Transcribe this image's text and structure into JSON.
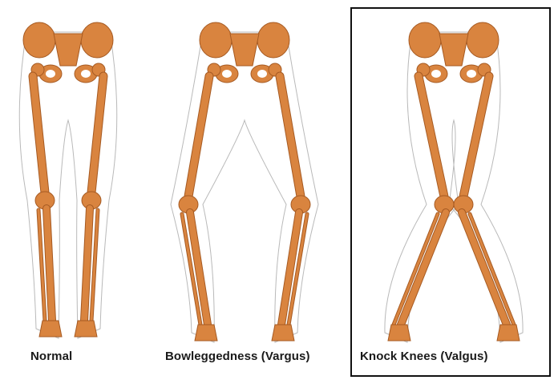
{
  "colors": {
    "bone": "#d9843f",
    "bone_edge": "#a65a22",
    "skin_outline": "#b9b9b9",
    "frame": "#111111"
  },
  "panels": [
    {
      "id": "normal",
      "caption": "Normal"
    },
    {
      "id": "bowlegged",
      "caption": "Bowleggedness (Vargus)"
    },
    {
      "id": "knock-knees",
      "caption": "Knock Knees (Valgus)",
      "highlighted": true
    }
  ]
}
